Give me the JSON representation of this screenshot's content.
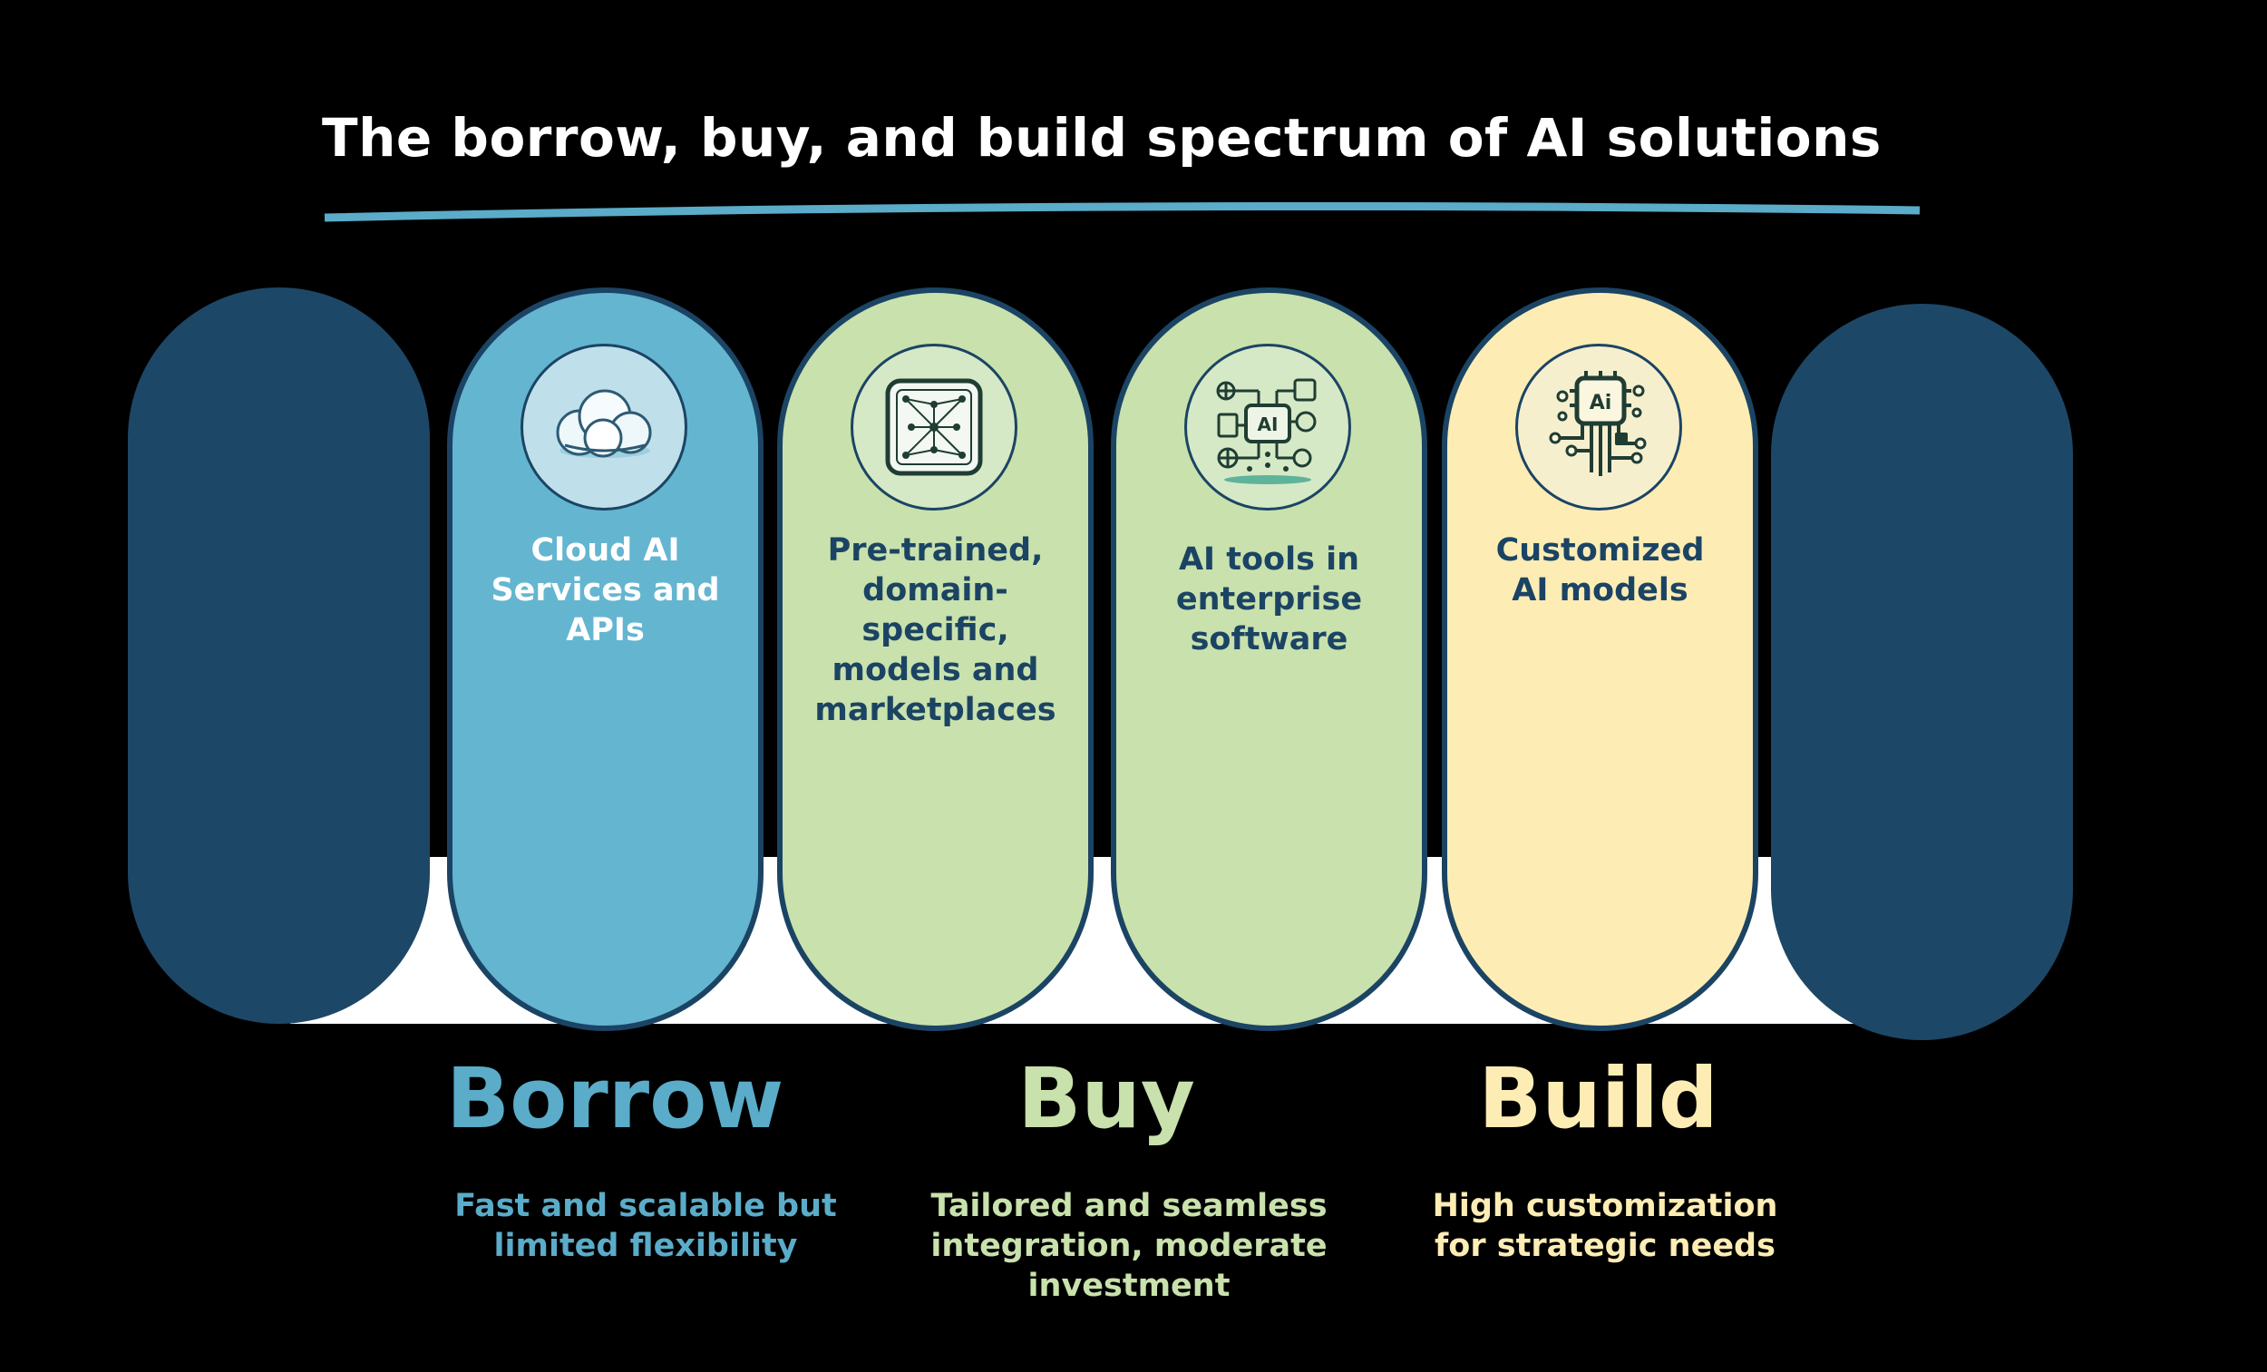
{
  "title": "The borrow, buy, and build spectrum of AI solutions",
  "colors": {
    "background": "#000000",
    "rule": "#5aacc9",
    "side_pill": "#1d4766",
    "pill_border": "#1b4464",
    "borrow": "#64b5d0",
    "buy": "#c9e1ac",
    "build": "#fdedb4",
    "dark_text": "#1b4464"
  },
  "pills": [
    {
      "icon": "cloud-icon",
      "label": "Cloud AI\nServices and\nAPIs"
    },
    {
      "icon": "neural-network-chip-icon",
      "label": "Pre-trained,\ndomain-\nspecific,\nmodels and\nmarketplaces"
    },
    {
      "icon": "ai-tools-circuit-icon",
      "label": "AI tools in\nenterprise\nsoftware"
    },
    {
      "icon": "ai-chip-icon",
      "label": "Customized\nAI models"
    }
  ],
  "categories": {
    "borrow": {
      "name": "Borrow",
      "description": "Fast and scalable but limited flexibility"
    },
    "buy": {
      "name": "Buy",
      "description": "Tailored and seamless integration, moderate investment"
    },
    "build": {
      "name": "Build",
      "description": "High customization for strategic needs"
    }
  }
}
